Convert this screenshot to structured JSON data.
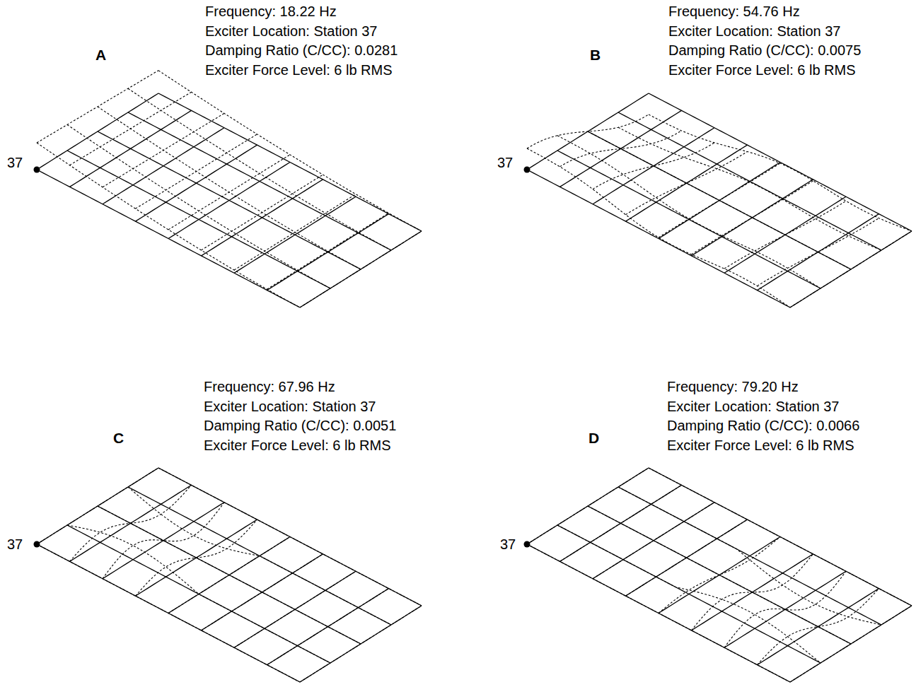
{
  "diagram": {
    "labels": [
      "A",
      "Frequency: 18.22 Hz",
      "Exciter Location: Station 37",
      "Damping Ratio (C/CC): 0.0281",
      "Exciter Force Level: 6 lb RMS",
      "37",
      "B",
      "Frequency: 54.76 Hz",
      "Exciter Location: Station 37",
      "Damping Ratio (C/CC): 0.0075",
      "Exciter Force Level: 6 lb RMS",
      "37",
      "C",
      "Frequency: 67.96 Hz",
      "Exciter Location: Station 37",
      "Damping Ratio (C/CC): 0.0051",
      "Exciter Force Level: 6 lb RMS",
      "37",
      "D",
      "Frequency: 79.20 Hz",
      "Exciter Location: Station 37",
      "Damping Ratio (C/CC): 0.0066",
      "Exciter Force Level: 6 lb RMS",
      "37"
    ]
  }
}
